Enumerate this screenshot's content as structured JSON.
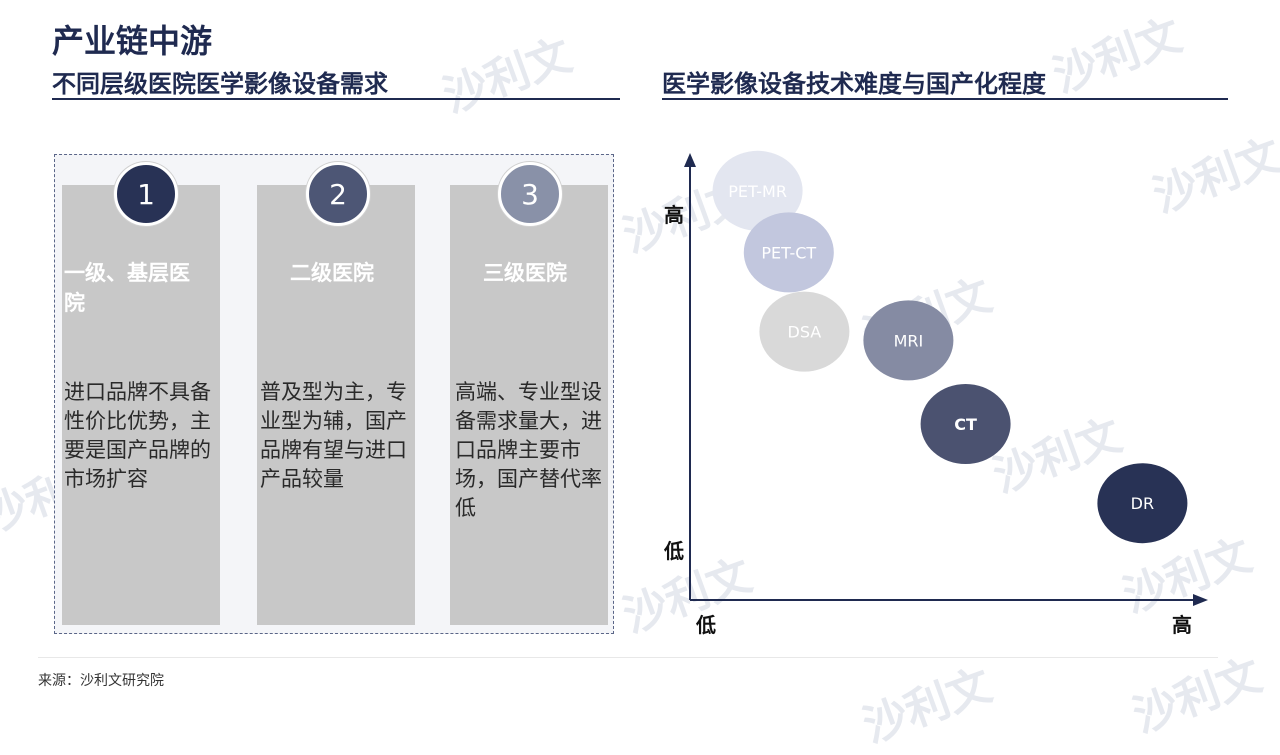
{
  "page_title": "产业链中游",
  "left_section": {
    "title": "不同层级医院医学影像设备需求",
    "columns": [
      {
        "number": "1",
        "heading": "一级、基层医院",
        "body": "进口品牌不具备性价比优势，主要是国产品牌的市场扩容",
        "color": "#283255"
      },
      {
        "number": "2",
        "heading": "二级医院",
        "body": "普及型为主，专业型为辅，国产品牌有望与进口产品较量",
        "color": "#4d5675"
      },
      {
        "number": "3",
        "heading": "三级医院",
        "body": "高端、专业型设备需求量大，进口品牌主要市场，国产替代率低",
        "color": "#8991a8"
      }
    ]
  },
  "right_section": {
    "title": "医学影像设备技术难度与国产化程度"
  },
  "chart_data": {
    "type": "scatter",
    "title": "医学影像设备技术难度与国产化程度",
    "x_tick_labels": {
      "low": "低",
      "high": "高"
    },
    "y_tick_labels": {
      "low": "低",
      "high": "高"
    },
    "xlim": [
      0,
      10
    ],
    "ylim": [
      0,
      10
    ],
    "points": [
      {
        "label": "PET-MR",
        "x": 1.3,
        "y": 9.3,
        "color": "#e3e6f0",
        "text_color": "#ffffff",
        "bold": false
      },
      {
        "label": "PET-CT",
        "x": 1.9,
        "y": 7.9,
        "color": "#c2c7de",
        "text_color": "#ffffff",
        "bold": false
      },
      {
        "label": "DSA",
        "x": 2.2,
        "y": 6.1,
        "color": "#d9d9d9",
        "text_color": "#ffffff",
        "bold": false
      },
      {
        "label": "MRI",
        "x": 4.2,
        "y": 5.9,
        "color": "#858ba3",
        "text_color": "#ffffff",
        "bold": false
      },
      {
        "label": "CT",
        "x": 5.3,
        "y": 4.0,
        "color": "#4b5270",
        "text_color": "#ffffff",
        "bold": true
      },
      {
        "label": "DR",
        "x": 8.7,
        "y": 2.2,
        "color": "#283255",
        "text_color": "#ffffff",
        "bold": false
      }
    ],
    "axis_color": "#1f2a50",
    "grid": false,
    "legend": "none"
  },
  "source_note": "来源：沙利文研究院",
  "watermark": "沙利文"
}
